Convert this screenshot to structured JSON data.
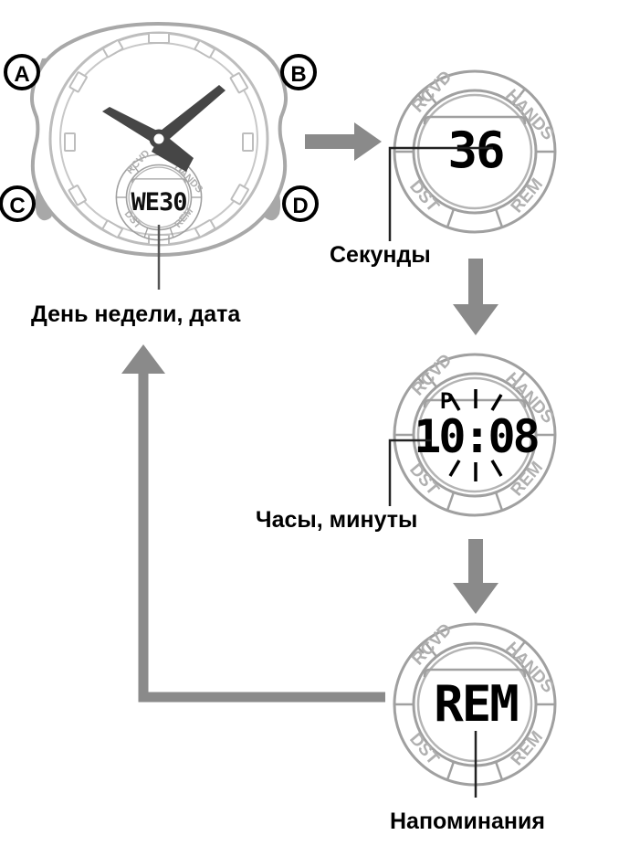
{
  "diagram": {
    "title": "Watch mode navigation sequence",
    "background_color": "#ffffff",
    "line_color": "#7f7f7f",
    "outline_color": "#9a9a9a",
    "ink_color": "#000000",
    "lcd_color": "#000000",
    "hand_color": "#464646",
    "pusher_color": "#a8a8a8"
  },
  "main_watch": {
    "name": "analog-digital-watch",
    "buttons": [
      {
        "id": "A",
        "label": "A",
        "position": "upper-left"
      },
      {
        "id": "B",
        "label": "B",
        "position": "upper-right"
      },
      {
        "id": "C",
        "label": "C",
        "position": "lower-left"
      },
      {
        "id": "D",
        "label": "D",
        "position": "lower-right"
      }
    ],
    "subdial_labels": {
      "top_left": "RCVD",
      "top_right": "HANDS",
      "bottom_left": "DST",
      "bottom_right": "REM"
    },
    "lcd_value": "WE30",
    "analog_time": {
      "hour_angle": 300,
      "minute_angle": 48
    }
  },
  "screens": [
    {
      "id": "screen-day-date",
      "lcd_value": "WE30",
      "caption": "День недели, дата",
      "prefix": "",
      "blinking": false
    },
    {
      "id": "screen-seconds",
      "lcd_value": "36",
      "caption": "Секунды",
      "prefix": "",
      "blinking": false
    },
    {
      "id": "screen-hour-minute",
      "lcd_value": "10:08",
      "caption": "Часы, минуты",
      "prefix": "P",
      "blinking": true
    },
    {
      "id": "screen-reminder",
      "lcd_value": "REM",
      "caption": "Напоминания",
      "prefix": "",
      "blinking": false
    }
  ],
  "subdial_labels": {
    "top_left": "RCVD",
    "top_right": "HANDS",
    "bottom_left": "DST",
    "bottom_right": "REM"
  },
  "arrows": [
    {
      "id": "arrow-right-1",
      "direction": "right",
      "from": "screen-day-date",
      "to": "screen-seconds"
    },
    {
      "id": "arrow-down-1",
      "direction": "down",
      "from": "screen-seconds",
      "to": "screen-hour-minute"
    },
    {
      "id": "arrow-down-2",
      "direction": "down",
      "from": "screen-hour-minute",
      "to": "screen-reminder"
    },
    {
      "id": "arrow-loop-back",
      "direction": "up",
      "from": "screen-reminder",
      "to": "screen-day-date"
    }
  ]
}
